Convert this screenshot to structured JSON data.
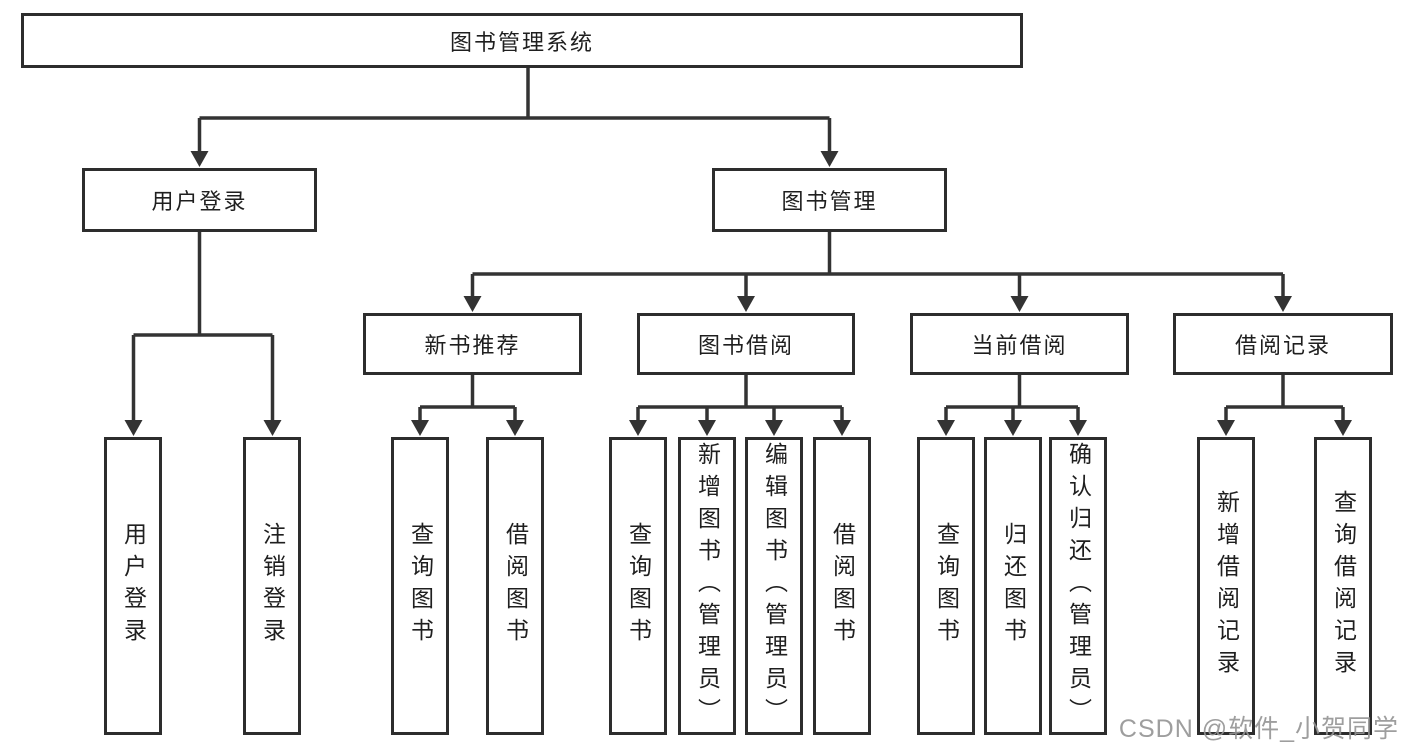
{
  "diagram": {
    "type": "hierarchy-tree",
    "title": "图书管理系统",
    "colors": {
      "line": "#333333",
      "text": "#1f1f1f",
      "watermark": "#949494"
    }
  },
  "tree": {
    "label": "图书管理系统",
    "children": [
      {
        "label": "用户登录",
        "children": [
          {
            "label": "用户登录"
          },
          {
            "label": "注销登录"
          }
        ]
      },
      {
        "label": "图书管理",
        "children": [
          {
            "label": "新书推荐",
            "children": [
              {
                "label": "查询图书"
              },
              {
                "label": "借阅图书"
              }
            ]
          },
          {
            "label": "图书借阅",
            "children": [
              {
                "label": "查询图书"
              },
              {
                "label": "新增图书（管理员）"
              },
              {
                "label": "编辑图书（管理员）"
              },
              {
                "label": "借阅图书"
              }
            ]
          },
          {
            "label": "当前借阅",
            "children": [
              {
                "label": "查询图书"
              },
              {
                "label": "归还图书"
              },
              {
                "label": "确认归还（管理员）"
              }
            ]
          },
          {
            "label": "借阅记录",
            "children": [
              {
                "label": "新增借阅记录"
              },
              {
                "label": "查询借阅记录"
              }
            ]
          }
        ]
      }
    ]
  },
  "watermark": {
    "text": "CSDN @软件_小贺同学"
  }
}
